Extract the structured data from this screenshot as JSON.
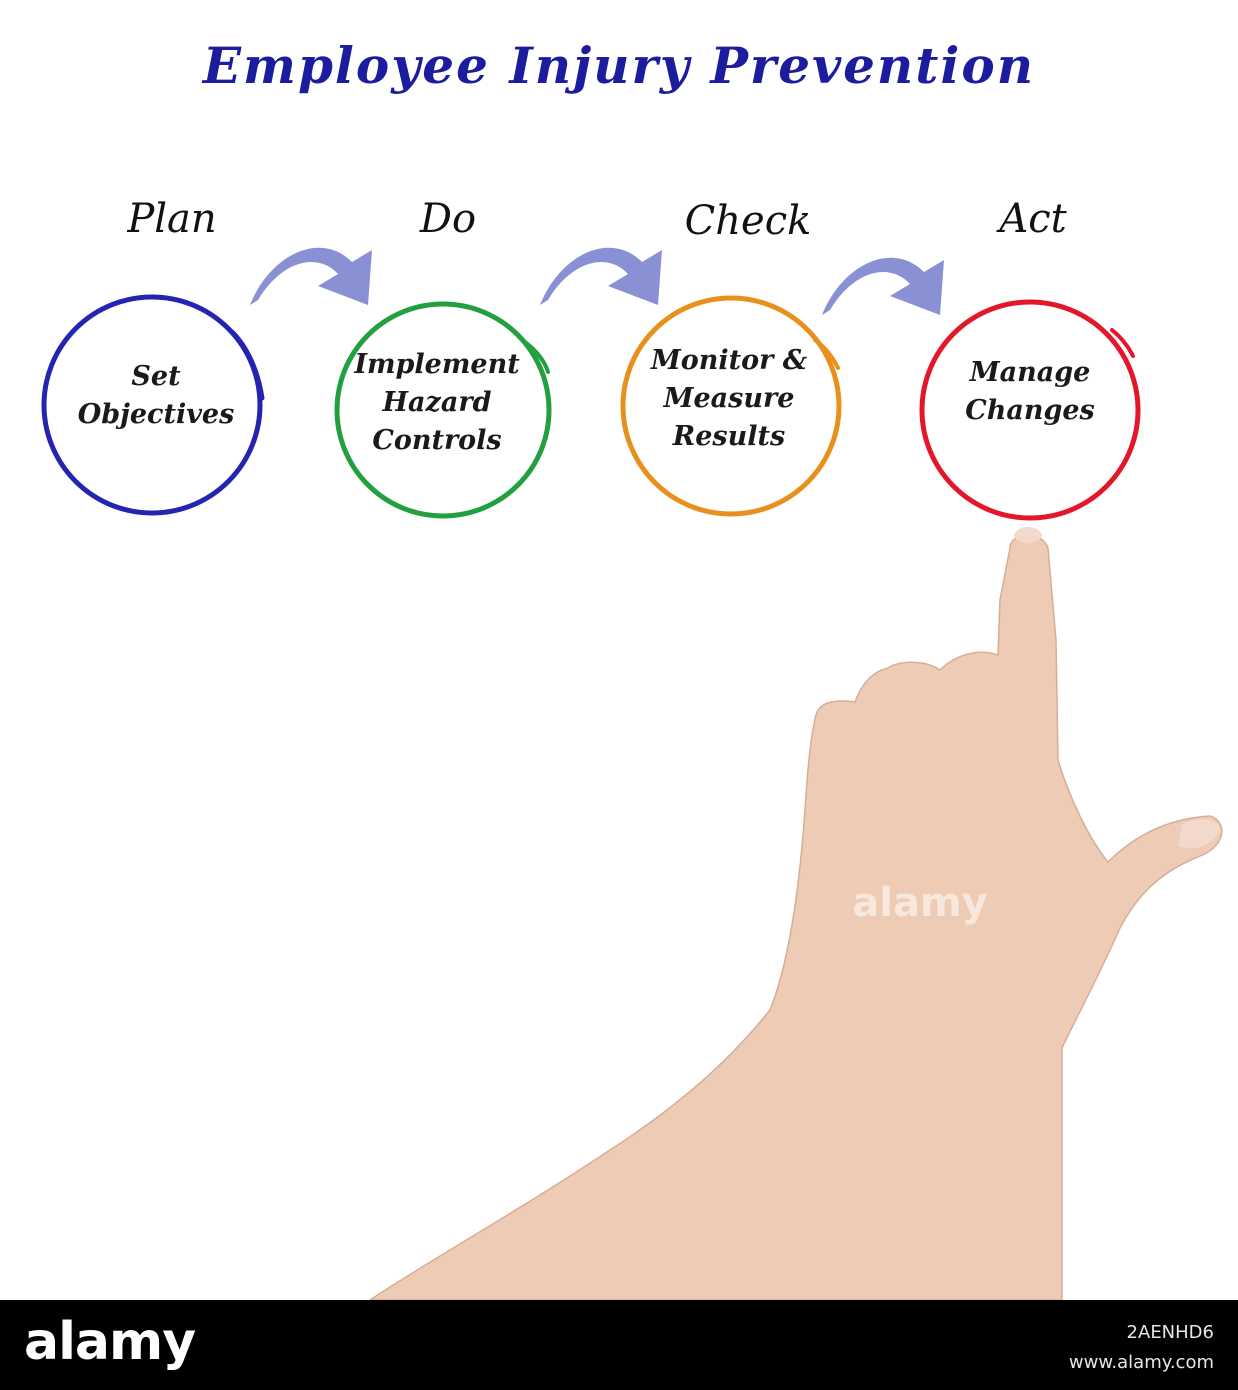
{
  "title": "Employee Injury Prevention",
  "colors": {
    "title": "#1c1c9e",
    "arrow": "#8a90d4",
    "plan": "#2424b0",
    "do": "#22a040",
    "check": "#e8901c",
    "act": "#e3162a",
    "skin": "#eecbb4"
  },
  "steps": [
    {
      "label": "Plan",
      "lines": [
        "Set",
        "Objectives"
      ]
    },
    {
      "label": "Do",
      "lines": [
        "Implement",
        "Hazard",
        "Controls"
      ]
    },
    {
      "label": "Check",
      "lines": [
        "Monitor &",
        "Measure",
        "Results"
      ]
    },
    {
      "label": "Act",
      "lines": [
        "Manage",
        "Changes"
      ]
    }
  ],
  "watermark": {
    "center": "alamy",
    "logo": "alamy",
    "image_id": "2AENHD6",
    "url": "www.alamy.com"
  }
}
